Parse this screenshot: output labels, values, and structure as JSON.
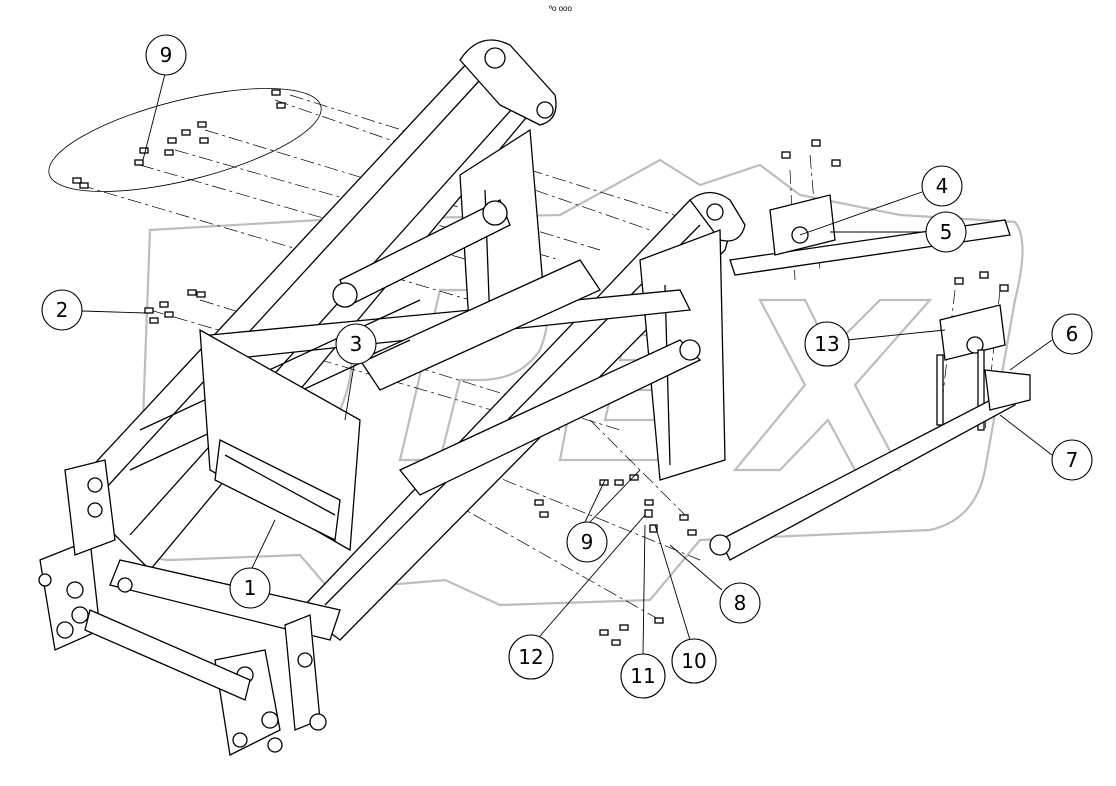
{
  "header": {
    "mark": "ºo ooo"
  },
  "watermark": {
    "text": "OPEX"
  },
  "callouts": [
    "9",
    "2",
    "3",
    "1",
    "4",
    "5",
    "13",
    "6",
    "7",
    "9",
    "8",
    "12",
    "11",
    "10"
  ]
}
